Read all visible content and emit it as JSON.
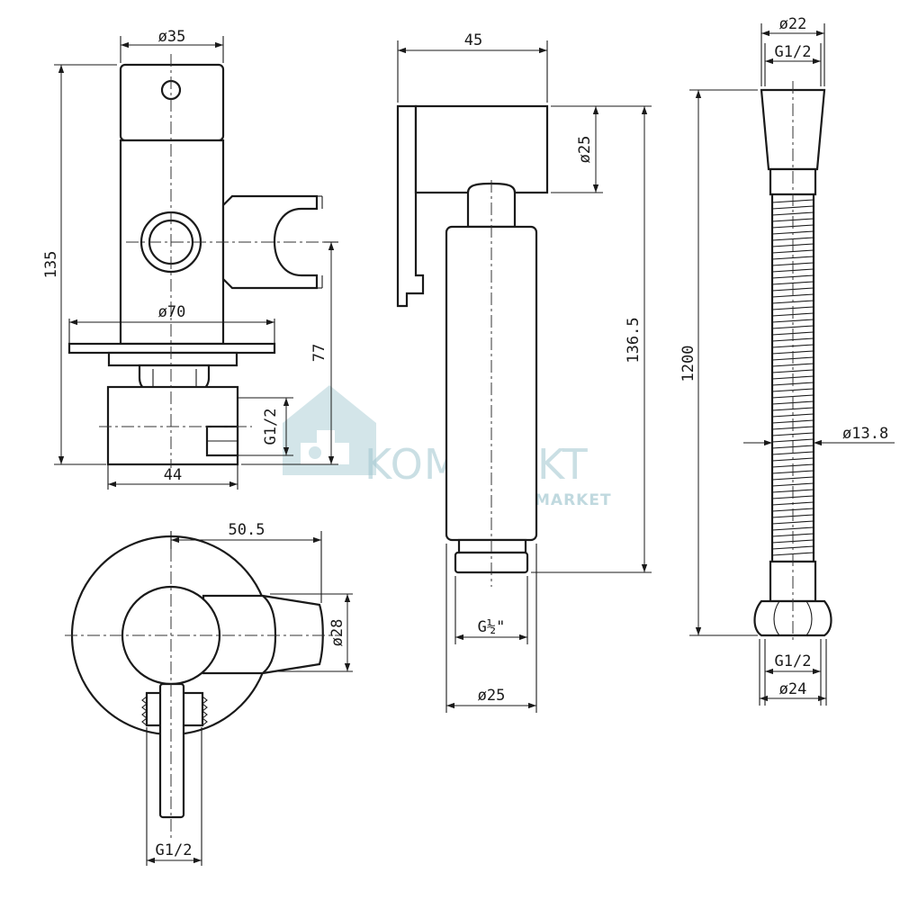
{
  "dimensions": {
    "valve_diameter": "ø35",
    "valve_height": "135",
    "plate_diameter": "ø70",
    "outlet_height": "77",
    "inlet_thread": "G1/2",
    "box_width": "44",
    "holder_width": "50.5",
    "holder_diameter": "ø28",
    "valve_bottom_thread": "G1/2",
    "sprayer_width": "45",
    "sprayer_head_diameter": "ø25",
    "sprayer_length": "136.5",
    "sprayer_thread": "G½\"",
    "sprayer_body_diameter": "ø25",
    "hose_top_diameter": "ø22",
    "hose_top_thread": "G1/2",
    "hose_length": "1200",
    "hose_diameter": "ø13.8",
    "hose_bottom_thread": "G1/2",
    "hose_nut_diameter": "ø24"
  },
  "watermark": {
    "brand": "KOMPLEKT",
    "sub": "MARKET",
    "color": "#9fc6cf"
  }
}
